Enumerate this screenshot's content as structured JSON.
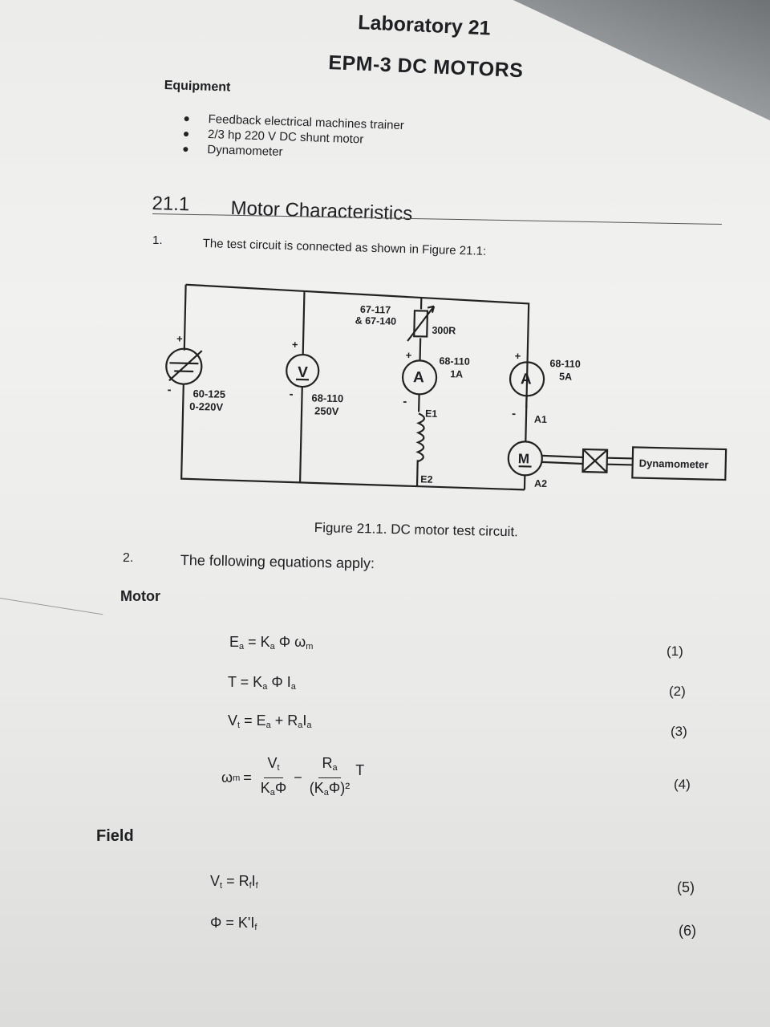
{
  "header": {
    "lab_title": "Laboratory 21",
    "experiment_title": "EPM-3 DC MOTORS"
  },
  "equipment": {
    "heading": "Equipment",
    "items": [
      "Feedback electrical machines trainer",
      "2/3 hp 220 V DC shunt motor",
      "Dynamometer"
    ]
  },
  "section": {
    "number": "21.1",
    "title": "Motor Characteristics"
  },
  "step1": {
    "number": "1.",
    "text": "The test circuit is connected as shown in Figure 21.1:"
  },
  "figure": {
    "labels": {
      "rheostat_part": "67-117",
      "rheostat_part2": "& 67-140",
      "resistance": "300R",
      "field_ammeter_part": "68-110",
      "field_ammeter_range": "1A",
      "armature_ammeter_part": "68-110",
      "armature_ammeter_range": "5A",
      "supply_part": "60-125",
      "supply_range": "0-220V",
      "voltmeter_part": "68-110",
      "voltmeter_range": "250V",
      "e1": "E1",
      "e2": "E2",
      "a1": "A1",
      "a2": "A2",
      "voltmeter_symbol": "V",
      "ammeter_symbol": "A",
      "motor_symbol": "M",
      "dynamometer": "Dynamometer",
      "plus": "+",
      "minus": "-"
    },
    "caption": "Figure 21.1.  DC motor test circuit."
  },
  "step2": {
    "number": "2.",
    "text": "The following equations apply:"
  },
  "motor": {
    "heading": "Motor",
    "equations": [
      {
        "lhs": "E",
        "lhs_sub": "a",
        "rhs": " = K",
        "rhs_sub": "a",
        "rhs2": " Φ ω",
        "rhs2_sub": "m",
        "number": "(1)"
      },
      {
        "lhs": "T",
        "lhs_sub": "",
        "rhs": " = K",
        "rhs_sub": "a",
        "rhs2": " Φ I",
        "rhs2_sub": "a",
        "number": "(2)"
      },
      {
        "lhs": "V",
        "lhs_sub": "t",
        "rhs": " = E",
        "rhs_sub": "a",
        "rhs2": " + R",
        "rhs2_sub": "a",
        "rhs3": "I",
        "rhs3_sub": "a",
        "number": "(3)"
      }
    ],
    "eq4": {
      "lhs": "ω",
      "lhs_sub": "m",
      "eq": "=",
      "num1": "V",
      "num1_sub": "t",
      "den1": "K",
      "den1_sub": "a",
      "den1_tail": "Φ",
      "minus": "−",
      "num2": "R",
      "num2_sub": "a",
      "den2": "(K",
      "den2_sub": "a",
      "den2_tail": "Φ)²",
      "tail": "T",
      "number": "(4)"
    }
  },
  "field": {
    "heading": "Field",
    "equations": [
      {
        "lhs": "V",
        "lhs_sub": "t",
        "rhs": " = R",
        "rhs_sub": "f",
        "rhs2": "I",
        "rhs2_sub": "f",
        "number": "(5)"
      },
      {
        "lhs": "Φ",
        "lhs_sub": "",
        "rhs": " = K'I",
        "rhs_sub": "f",
        "rhs2": "",
        "rhs2_sub": "",
        "number": "(6)"
      }
    ]
  }
}
